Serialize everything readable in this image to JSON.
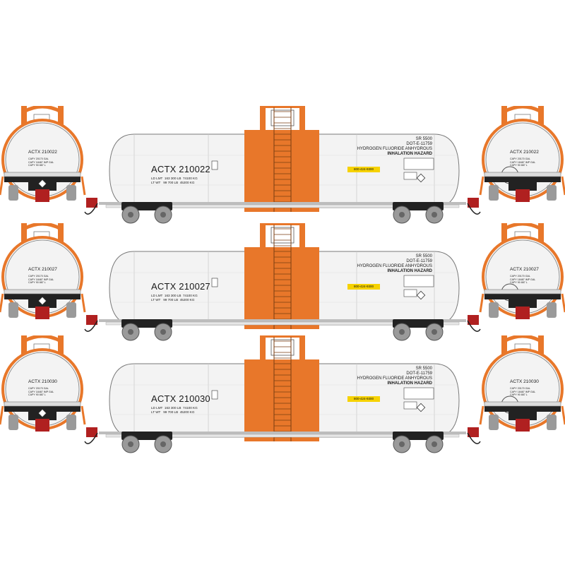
{
  "colors": {
    "tank": "#f3f3f3",
    "outline": "#7a7a7a",
    "band": "#e8772a",
    "frame": "#222222",
    "wheel": "#9a9a9a",
    "coupler": "#b02020",
    "placard": "#f6d200"
  },
  "cars": [
    {
      "reporting_mark": "ACTX 210022",
      "spec": "SR 5500",
      "dot": "DOT-E-11759",
      "commodity": "HYDROGEN FLUORIDE ANHYDROUS",
      "hazard": "INHALATION HAZARD",
      "phone": "800-424-9300",
      "ld_lmt_label": "LD LMT",
      "ld_lmt_lb": "163 300 LB",
      "ld_lmt_kg": "74100 KG",
      "lt_wt_label": "LT WT",
      "lt_wt_lb": "99 700 LB",
      "lt_wt_kg": "45200 KG",
      "end_capy": [
        "CAPY 20170 GAL",
        "CAPY 18487 IMP GAL",
        "CAPY 90 887 L"
      ]
    },
    {
      "reporting_mark": "ACTX 210027",
      "spec": "SR 5500",
      "dot": "DOT-E-11759",
      "commodity": "HYDROGEN FLUORIDE ANHYDROUS",
      "hazard": "INHALATION HAZARD",
      "phone": "800-424-9300",
      "ld_lmt_label": "LD LMT",
      "ld_lmt_lb": "163 300 LB",
      "ld_lmt_kg": "74100 KG",
      "lt_wt_label": "LT WT",
      "lt_wt_lb": "99 700 LB",
      "lt_wt_kg": "45200 KG",
      "end_capy": [
        "CAPY 20170 GAL",
        "CAPY 18487 IMP GAL",
        "CAPY 90 887 L"
      ]
    },
    {
      "reporting_mark": "ACTX 210030",
      "spec": "SR 5500",
      "dot": "DOT-E-11759",
      "commodity": "HYDROGEN FLUORIDE ANHYDROUS",
      "hazard": "INHALATION HAZARD",
      "phone": "800-424-9300",
      "ld_lmt_label": "LD LMT",
      "ld_lmt_lb": "163 300 LB",
      "ld_lmt_kg": "74100 KG",
      "lt_wt_label": "LT WT",
      "lt_wt_lb": "99 700 LB",
      "lt_wt_kg": "45200 KG",
      "end_capy": [
        "CAPY 20170 GAL",
        "CAPY 18487 IMP GAL",
        "CAPY 90 887 L"
      ]
    }
  ]
}
